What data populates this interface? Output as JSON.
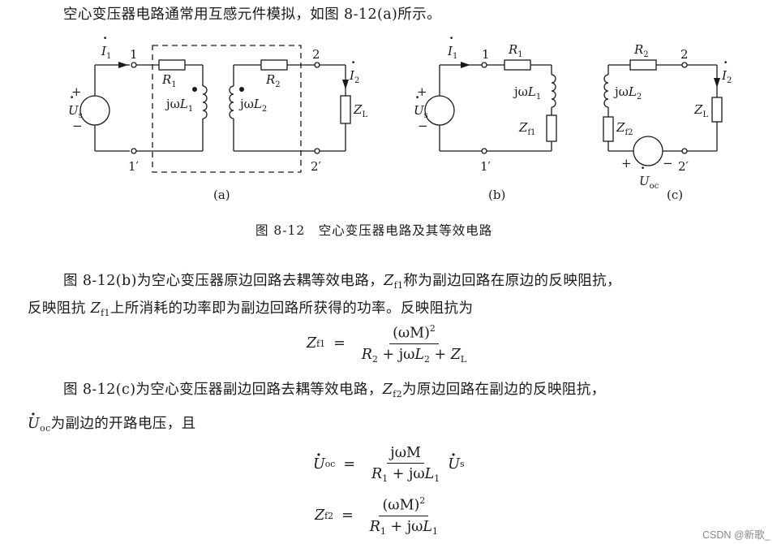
{
  "intro": "空心变压器电路通常用互感元件模拟，如图 8-12(a)所示。",
  "figure": {
    "caption": "图 8-12　空心变压器电路及其等效电路",
    "sublabels": {
      "a": "(a)",
      "b": "(b)",
      "c": "(c)"
    },
    "nodes": {
      "n1": "1",
      "n1p": "1′",
      "n2": "2",
      "n2p": "2′"
    },
    "plus": "+",
    "minus": "−",
    "components": {
      "R": "R",
      "jw": "jω",
      "L": "L",
      "Z": "Z",
      "U": "U",
      "I": "I",
      "idx1": "1",
      "idx2": "2",
      "s": "s",
      "L_sub": "L",
      "f1": "f1",
      "f2": "f2",
      "oc": "oc"
    }
  },
  "para_b": {
    "line1_a": "图 8-12(b)为空心变压器原边回路去耦等效电路，",
    "line1_b": "称为副边回路在原边的反映阻抗，",
    "line2_a": "反映阻抗 ",
    "line2_b": "上所消耗的功率即为副边回路所获得的功率。反映阻抗为"
  },
  "para_c": {
    "line1_a": "图 8-12(c)为空心变压器副边回路去耦等效电路，",
    "line1_b": "为原边回路在副边的反映阻抗，",
    "line2": "为副边的开路电压，且"
  },
  "symbols": {
    "Z": "Z",
    "U": "U",
    "f1": "f1",
    "f2": "f2",
    "oc": "oc",
    "s": "s",
    "eq": "=",
    "plus": "+",
    "omegaM": "(ωM)",
    "sq": "2",
    "jomegaM": "jωM",
    "R": "R",
    "jw": "jω",
    "L": "L",
    "one": "1",
    "two": "2",
    "Lsub": "L"
  },
  "watermark": "CSDN @新歌_"
}
